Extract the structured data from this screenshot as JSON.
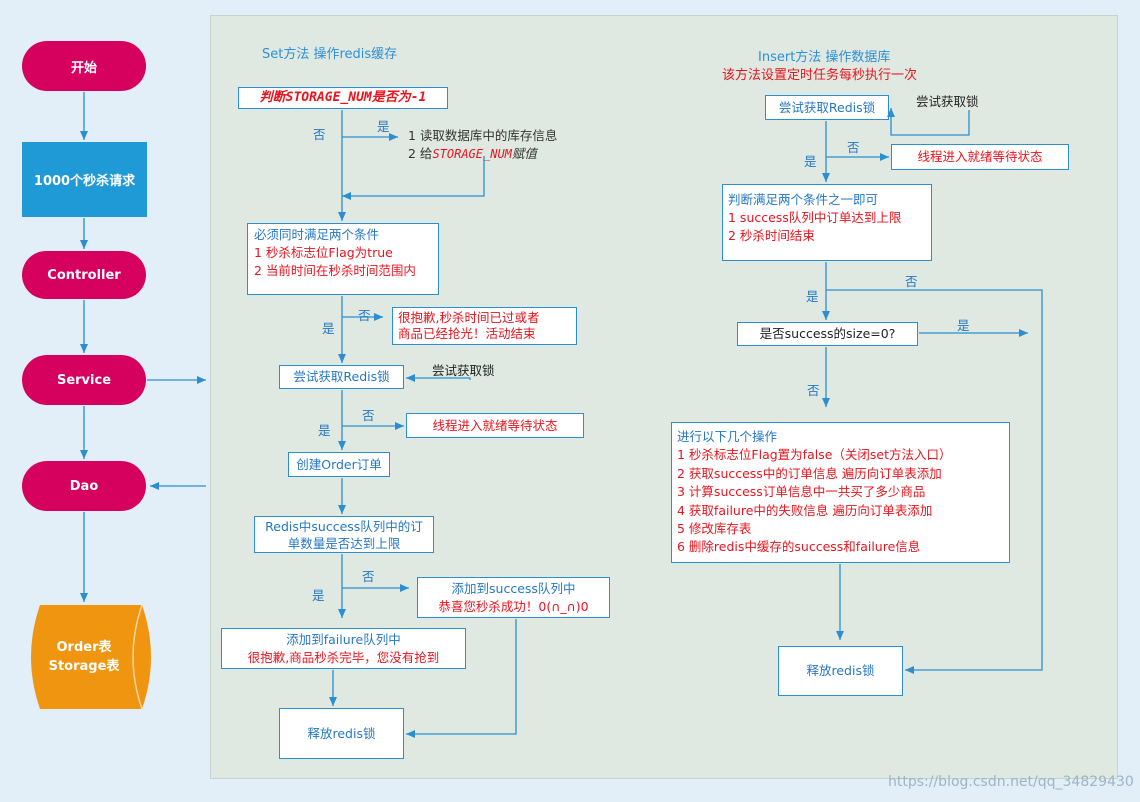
{
  "left_flow": {
    "start": "开始",
    "requests": "1000个秒杀请求",
    "controller": "Controller",
    "service": "Service",
    "dao": "Dao",
    "storage_line1": "Order表",
    "storage_line2": "Storage表"
  },
  "set_method": {
    "title": "Set方法 操作redis缓存",
    "check_storage": "判断STORAGE_NUM是否为-1",
    "yes": "是",
    "no": "否",
    "step1": "1 读取数据库中的库存信息",
    "step2_prefix": "2 给",
    "step2_var": "STORAGE_NUM",
    "step2_suffix": "赋值",
    "cond_title": "必须同时满足两个条件",
    "cond1": "1 秒杀标志位Flag为true",
    "cond2": "2 当前时间在秒杀时间范围内",
    "cond_no": "否",
    "cond_yes": "是",
    "sorry1": "很抱歉,秒杀时间已过或者",
    "sorry2": "商品已经抢光！活动结束",
    "try_lock": "尝试获取Redis锁",
    "try_lock_loop": "尝试获取锁",
    "lock_no": "否",
    "lock_yes": "是",
    "thread_wait": "线程进入就绪等待状态",
    "create_order": "创建Order订单",
    "redis_check1": "Redis中success队列中的订",
    "redis_check2": "单数量是否达到上限",
    "add_no": "否",
    "add_yes": "是",
    "add_success1": "添加到success队列中",
    "add_success2": "恭喜您秒杀成功！0(∩_∩)0",
    "add_failure1": "添加到failure队列中",
    "add_failure2": "很抱歉,商品秒杀完毕，您没有抢到",
    "release": "释放redis锁"
  },
  "insert_method": {
    "title": "Insert方法  操作数据库",
    "subtitle": "该方法设置定时任务每秒执行一次",
    "try_lock": "尝试获取Redis锁",
    "try_lock_loop": "尝试获取锁",
    "lock_no": "否",
    "lock_yes": "是",
    "thread_wait": "线程进入就绪等待状态",
    "cond_title": "判断满足两个条件之一即可",
    "cond1": "1 success队列中订单达到上限",
    "cond2": "2 秒杀时间结束",
    "cond_no": "否",
    "cond_yes": "是",
    "size_check": "是否success的size=0?",
    "size_yes": "是",
    "size_no": "否",
    "ops_title": "进行以下几个操作",
    "ops": [
      "1 秒杀标志位Flag置为false（关闭set方法入口）",
      "2 获取success中的订单信息 遍历向订单表添加",
      "3 计算success订单信息中一共买了多少商品",
      "4 获取failure中的失败信息 遍历向订单表添加",
      "5 修改库存表",
      "6 删除redis中缓存的success和failure信息"
    ],
    "release": "释放redis锁"
  },
  "watermark": "https://blog.csdn.net/qq_34829430",
  "colors": {
    "pill": "#d6005f",
    "blue_box": "#1f9ad6",
    "storage": "#f0950f",
    "arrow": "#2b8ed0",
    "panel": "#dfe9e1"
  }
}
